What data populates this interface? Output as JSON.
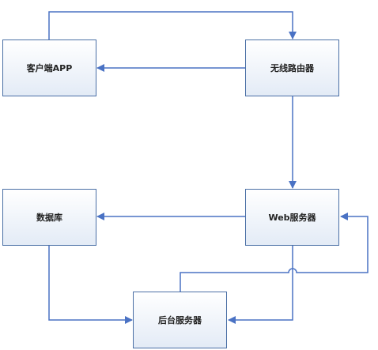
{
  "diagram": {
    "nodes": {
      "client_app": "客户端APP",
      "wireless_router": "无线路由器",
      "database": "数据库",
      "web_server": "Web服务器",
      "backend_server": "后台服务器"
    },
    "colors": {
      "edge": "#4a72c4",
      "node_border": "#4a6fa5"
    }
  }
}
